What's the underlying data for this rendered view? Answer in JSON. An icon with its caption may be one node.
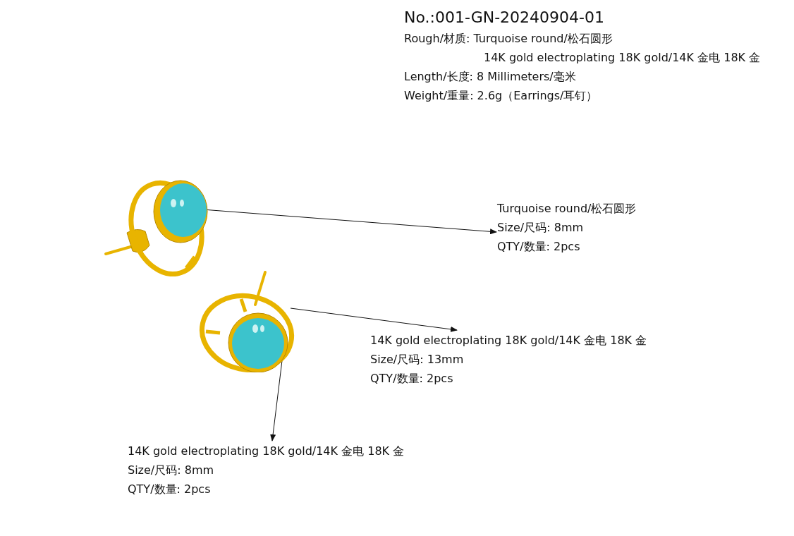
{
  "diagram": {
    "title": "No.:001-GN-20240904-01",
    "nodes": [
      {
        "text": [],
        "shape": "picture"
      },
      {
        "text": [],
        "shape": "picture"
      },
      {
        "text": [
          "Turquoise round/松石圆形",
          "Size/尺码: 8mm",
          "QTY/数量: 2pcs"
        ]
      },
      {
        "text": [
          "14K gold electroplating 18K gold/14K 金电 18K 金",
          "Size/尺码: 13mm",
          "QTY/数量: 2pcs"
        ]
      },
      {
        "text": [
          "14K gold electroplating 18K gold/14K 金电 18K 金",
          "Size/尺码: 8mm",
          "QTY/数量: 2pcs"
        ]
      }
    ],
    "edges": [
      {
        "from": 0,
        "to": 2,
        "arrow": "to"
      },
      {
        "from": 1,
        "to": 3,
        "arrow": "to"
      },
      {
        "from": 1,
        "to": 4,
        "arrow": "to"
      }
    ],
    "labels": [
      "Rough/材质: Turquoise round/松石圆形",
      "14K gold electroplating 18K gold/14K 金电 18K 金",
      "Length/长度: 8 Millimeters/毫米",
      "Weight/重量: 2.6g（Earrings/耳钉）"
    ]
  }
}
